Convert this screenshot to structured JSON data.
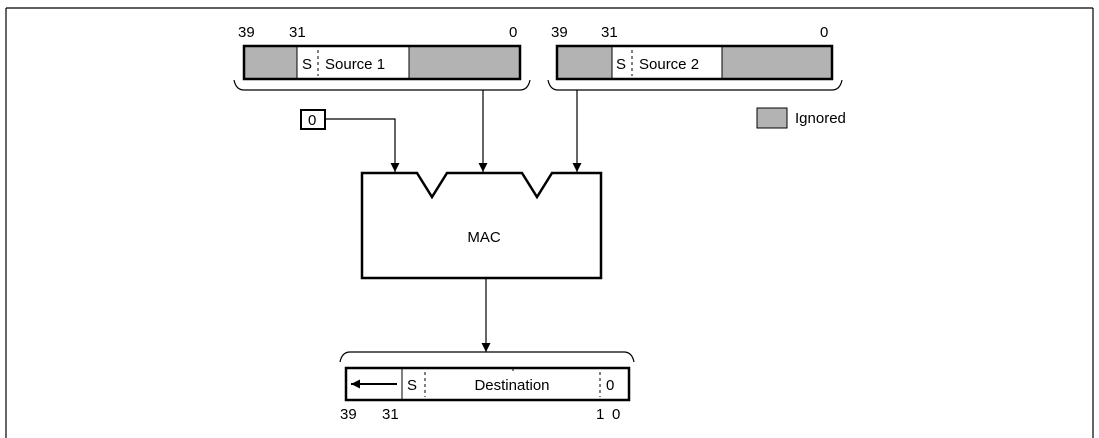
{
  "colors": {
    "ignored_fill": "#b3b3b3",
    "line": "#000000",
    "background": "#ffffff"
  },
  "source1": {
    "bit_left": "39",
    "bit_mid": "31",
    "bit_right": "0",
    "sign_label": "S",
    "label": "Source 1"
  },
  "source2": {
    "bit_left": "39",
    "bit_mid": "31",
    "bit_right": "0",
    "sign_label": "S",
    "label": "Source 2"
  },
  "zero_input": "0",
  "legend": {
    "ignored_label": "Ignored"
  },
  "mac_label": "MAC",
  "destination": {
    "sign_label": "S",
    "label": "Destination",
    "lsb_value": "0",
    "bit_left": "39",
    "bit_mid": "31",
    "bit_1": "1",
    "bit_0": "0"
  }
}
